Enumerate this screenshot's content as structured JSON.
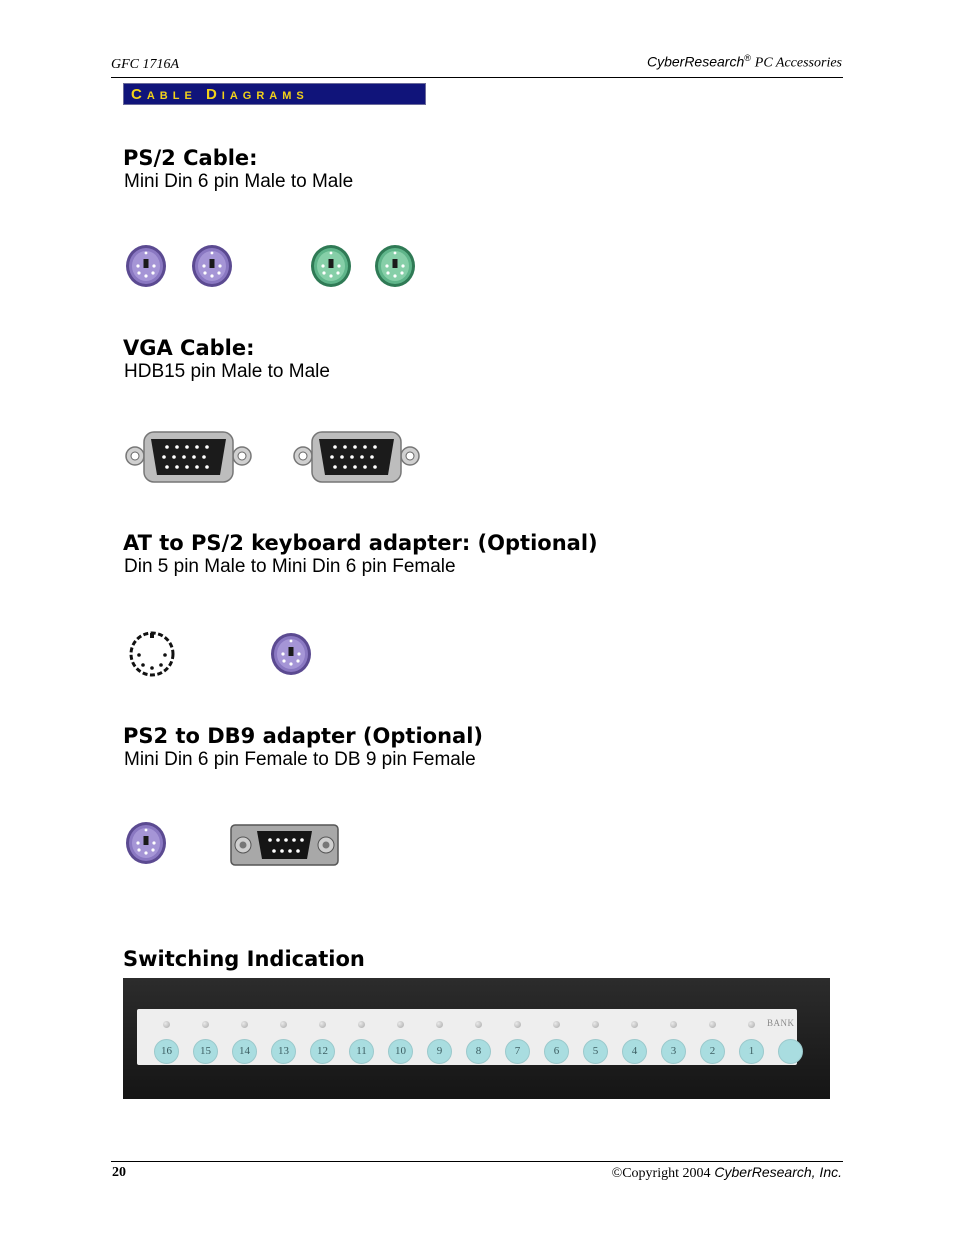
{
  "header": {
    "model": "GFC 1716A",
    "brand": "CyberResearch",
    "registered": "®",
    "tagline": "PC Accessories"
  },
  "banner": {
    "title": "Cable Diagrams"
  },
  "sections": [
    {
      "title": "PS/2 Cable:",
      "subtitle": "Mini Din 6 pin Male to Male"
    },
    {
      "title": "VGA Cable:",
      "subtitle": "HDB15 pin Male to Male"
    },
    {
      "title": "AT to PS/2 keyboard adapter: (Optional)",
      "subtitle": "Din 5 pin Male to Mini Din 6 pin Female"
    },
    {
      "title": "PS2 to DB9 adapter (Optional)",
      "subtitle": "Mini Din 6 pin Female to DB 9 pin Female"
    },
    {
      "title": "Switching Indication"
    }
  ],
  "switching_panel": {
    "buttons": [
      "16",
      "15",
      "14",
      "13",
      "12",
      "11",
      "10",
      "9",
      "8",
      "7",
      "6",
      "5",
      "4",
      "3",
      "2",
      "1"
    ],
    "bank_label": "BANK"
  },
  "colors": {
    "banner_bg": "#10147a",
    "banner_text": "#f2d21a",
    "ps2_purple": "#8a78c2",
    "ps2_green": "#5fb58a",
    "led_button": "#a9dde0"
  },
  "footer": {
    "page_number": "20",
    "copyright": "©Copyright 2004",
    "company": "CyberResearch, Inc."
  }
}
